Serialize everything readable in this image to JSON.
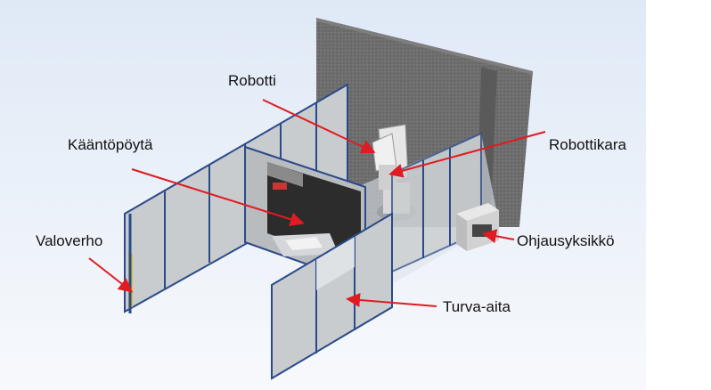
{
  "labels": {
    "robot": "Robotti",
    "turntable": "Kääntöpöytä",
    "robot_arm": "Robottikara",
    "light_curtain": "Valoverho",
    "control_unit": "Ohjausyksikkö",
    "safety_fence": "Turva-aita"
  },
  "colors": {
    "background_top": "#dfe9f6",
    "background_bottom": "#f7f9fc",
    "wall": "#6b6b6b",
    "fence_panel": "#c9ccce",
    "fence_frame": "#2a4a8a",
    "floor_glass": "#dce3ea",
    "arrow": "#e01b22",
    "robot": "#e6e6e6",
    "label_text": "#111111"
  },
  "icons": {
    "arrowhead": "arrowhead-icon"
  }
}
